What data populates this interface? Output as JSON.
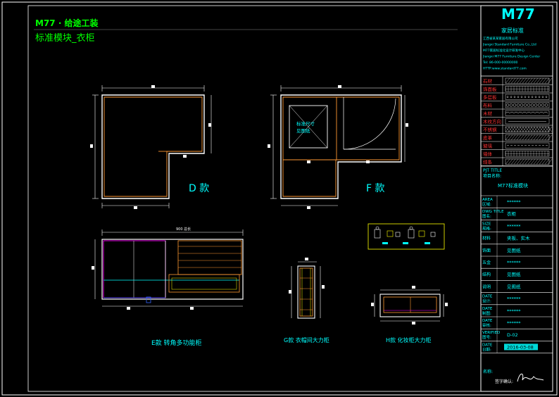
{
  "header": {
    "brand": "M77 · 给途工装",
    "subtitle": "标准模块_衣柜"
  },
  "views": {
    "D": {
      "label": "D 款"
    },
    "F": {
      "label": "F 款",
      "inner_text_1": "标准尺寸",
      "inner_text_2": "见图纸"
    },
    "E": {
      "label": "E款  转角多功能柜",
      "dim_top": "900 总长"
    },
    "G": {
      "label": "G款  衣帽间大力柜"
    },
    "H": {
      "label": "H款  化妆柜大力柜"
    }
  },
  "title_block": {
    "logo": "M77",
    "company_cn": "家居标准",
    "lines": [
      "江西省某某家居有限公司",
      "Jiangxi Standard Furniture Co.,Ltd",
      "M77家居标准化设计研发中心",
      "Jiangxi M77 Furniture Design Center",
      "Tel: 86-000-00000000",
      "HTTP:www.standard77.com"
    ],
    "legend": [
      {
        "name": "石材",
        "pattern": "hatch"
      },
      {
        "name": "饰面板",
        "pattern": "grid"
      },
      {
        "name": "多层板",
        "pattern": "dots"
      },
      {
        "name": "布料",
        "pattern": "circles"
      },
      {
        "name": "木材",
        "pattern": "wave"
      },
      {
        "name": "木纹方向",
        "pattern": "line"
      },
      {
        "name": "不锈钢",
        "pattern": "cross"
      },
      {
        "name": "皮革",
        "pattern": "hatch"
      },
      {
        "name": "玻璃",
        "pattern": "dash"
      },
      {
        "name": "墙体",
        "pattern": "brick"
      },
      {
        "name": "线条",
        "pattern": "hatch"
      }
    ],
    "proj_title_en": "PJT TITLE",
    "proj_title_cn": "项目名称:",
    "proj_value": "M77标准模块",
    "rows": [
      {
        "en": "AREA",
        "cn": "区域:",
        "value": "******"
      },
      {
        "en": "DWG TITLE",
        "cn": "图名:",
        "value": "衣柜"
      },
      {
        "en": "SIZE",
        "cn": "规格:",
        "value": "******"
      },
      {
        "en": "",
        "cn": "材料",
        "value": "夹板、实木"
      },
      {
        "en": "",
        "cn": "饰面",
        "value": "见图纸"
      },
      {
        "en": "",
        "cn": "五金",
        "value": "******"
      },
      {
        "en": "",
        "cn": "结构",
        "value": "见图纸"
      },
      {
        "en": "",
        "cn": "说明",
        "value": "见图纸"
      },
      {
        "en": "DATE",
        "cn": "设计:",
        "value": "******"
      },
      {
        "en": "DATE",
        "cn": "制图:",
        "value": "******"
      },
      {
        "en": "DATE",
        "cn": "审核:",
        "value": "******"
      },
      {
        "en": "VERIFIED",
        "cn": "图号:",
        "value": "D-02"
      },
      {
        "en": "DATE",
        "cn": "日期:",
        "value": "2016-03-08"
      }
    ],
    "sign_label": "名称:",
    "sign_value": "签字确认:"
  },
  "colors": {
    "frame": "#ffffff",
    "cyan": "#00ffff",
    "green": "#00ff00",
    "yellow": "#ffff00",
    "orange": "#ff9933",
    "magenta": "#ff00ff",
    "red": "#ff3333",
    "blue": "#3366ff"
  }
}
